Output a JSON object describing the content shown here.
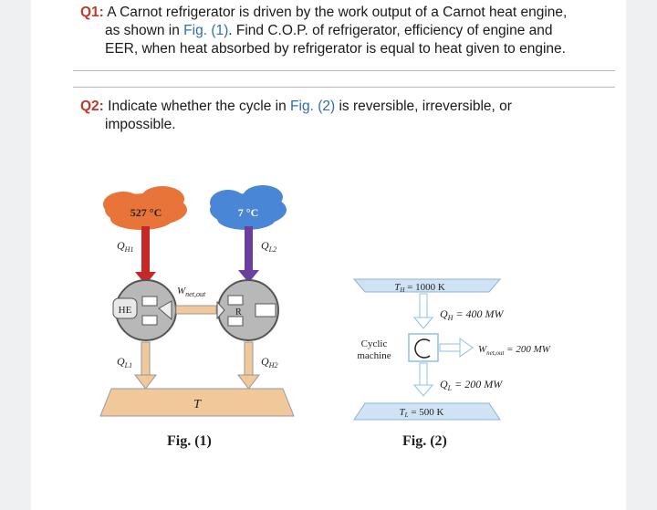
{
  "q1": {
    "label": "Q1:",
    "line1_pre": "A Carnot refrigerator is driven by the work output of a Carnot heat engine,",
    "line2_pre": "as shown in ",
    "line2_ref": "Fig. (1)",
    "line2_post": ". Find C.O.P. of refrigerator, efficiency of engine and",
    "line3": "EER, when heat absorbed by refrigerator is equal to heat given to engine."
  },
  "q2": {
    "label": "Q2:",
    "line1_pre": "Indicate whether the cycle in ",
    "line1_ref": "Fig. (2)",
    "line1_post": " is reversible, irreversible, or",
    "line2": "impossible."
  },
  "fig1": {
    "caption": "Fig. (1)",
    "hot_temp": "527 °C",
    "cold_temp": "7 °C",
    "qh1": "Q",
    "qh1_sub": "H1",
    "ql2": "Q",
    "ql2_sub": "L2",
    "ql1": "Q",
    "ql1_sub": "L1",
    "qh2": "Q",
    "qh2_sub": "H2",
    "wnet": "W",
    "wnet_sub": "net,out",
    "engine_label": "HE",
    "fridge_label": "R",
    "sink_label": "T",
    "colors": {
      "hot": "#e8743a",
      "cold": "#4a86d6",
      "arrow_red": "#c62828",
      "arrow_purple": "#6a3fa0",
      "reservoir": "#f0c89a"
    }
  },
  "fig2": {
    "caption": "Fig. (2)",
    "top_res": "T",
    "top_res_sub": "H",
    "top_res_val": " = 1000 K",
    "qh": "Q",
    "qh_sub": "H",
    "qh_val": " = 400 MW",
    "machine_line1": "Cyclic",
    "machine_line2": "machine",
    "w": "W",
    "w_sub": "net,out",
    "w_val": " = 200 MW",
    "ql": "Q",
    "ql_sub": "L",
    "ql_val": " = 200 MW",
    "bot_res": "T",
    "bot_res_sub": "L",
    "bot_res_val": " = 500 K",
    "colors": {
      "reservoir": "#cfe3f5",
      "arrow": "#8fc0e8"
    }
  }
}
